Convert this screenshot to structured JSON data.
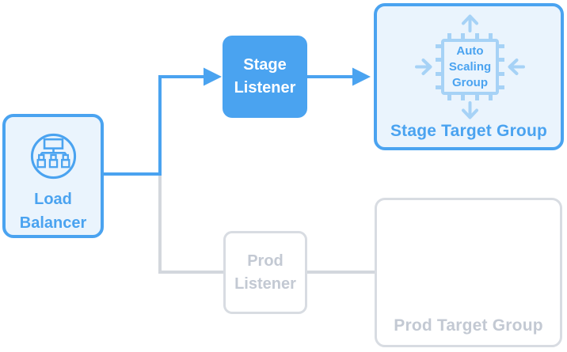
{
  "colors": {
    "blue": "#4aa3f0",
    "blue_bg": "#eaf4fd",
    "blue_soft": "#a6d2f6",
    "gray_border": "#d8dce2",
    "gray_text": "#c3c9d3",
    "gray_line": "#d3d7dd"
  },
  "diagram": {
    "load_balancer": {
      "label": "Load\nBalancer"
    },
    "stage_listener": {
      "label": "Stage\nListener"
    },
    "prod_listener": {
      "label": "Prod\nListener"
    },
    "stage_target_group": {
      "label": "Stage Target Group",
      "auto_scaling_group": {
        "label": "Auto\nScaling\nGroup"
      }
    },
    "prod_target_group": {
      "label": "Prod Target Group"
    }
  },
  "icons": {
    "load_balancer_icon": "circled network tree (load balancer)",
    "auto_scaling_chip_icon": "cpu chip with scale in/out arrows"
  }
}
